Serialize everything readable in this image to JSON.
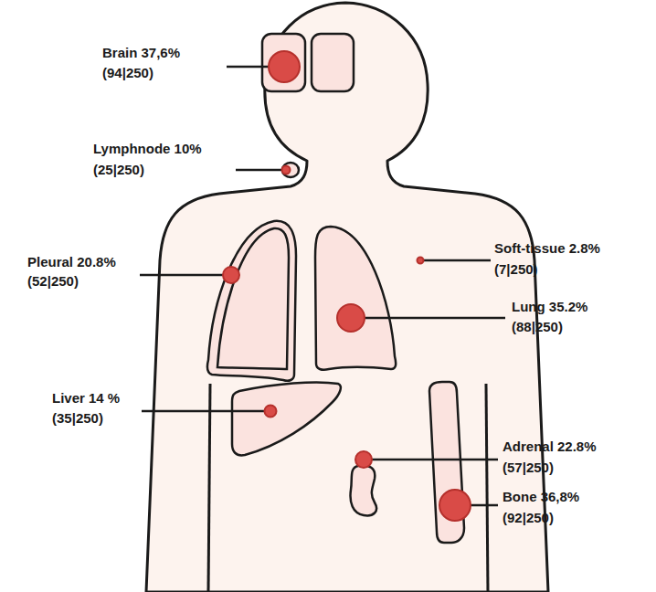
{
  "diagram": {
    "labels": [
      "Brain 37,6%",
      "(94|250)",
      "Lymphnode 10%",
      "(25|250)",
      "Pleural 20.8%",
      "(52|250)",
      "Soft-tissue 2.8%",
      "(7|250)",
      "Lung 35.2%",
      "(88|250)",
      "Liver 14 %",
      "(35|250)",
      "Adrenal 22.8%",
      "(57|250)",
      "Bone 36,8%",
      "(92|250)"
    ]
  }
}
